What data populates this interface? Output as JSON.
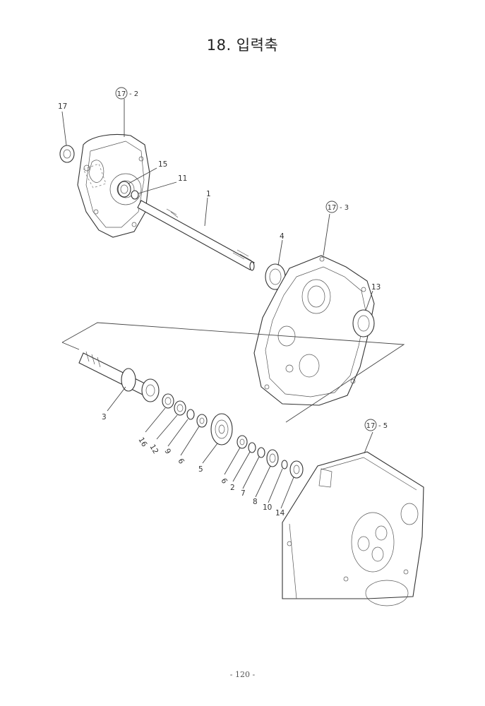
{
  "page": {
    "title": "18. 입력축",
    "page_number": "- 120 -"
  },
  "callouts": {
    "ref_17_2": "17",
    "ref_17_2_suffix": "- 2",
    "ref_17_3": "17",
    "ref_17_3_suffix": "- 3",
    "ref_17_5": "17",
    "ref_17_5_suffix": "- 5",
    "p17": "17",
    "p15": "15",
    "p11": "11",
    "p1": "1",
    "p4": "4",
    "p13": "13",
    "p3": "3",
    "p16": "16",
    "p12": "12",
    "p9": "9",
    "p6": "6",
    "p5": "5",
    "p6b": "6",
    "p2": "2",
    "p7": "7",
    "p8": "8",
    "p10": "10",
    "p14": "14"
  }
}
